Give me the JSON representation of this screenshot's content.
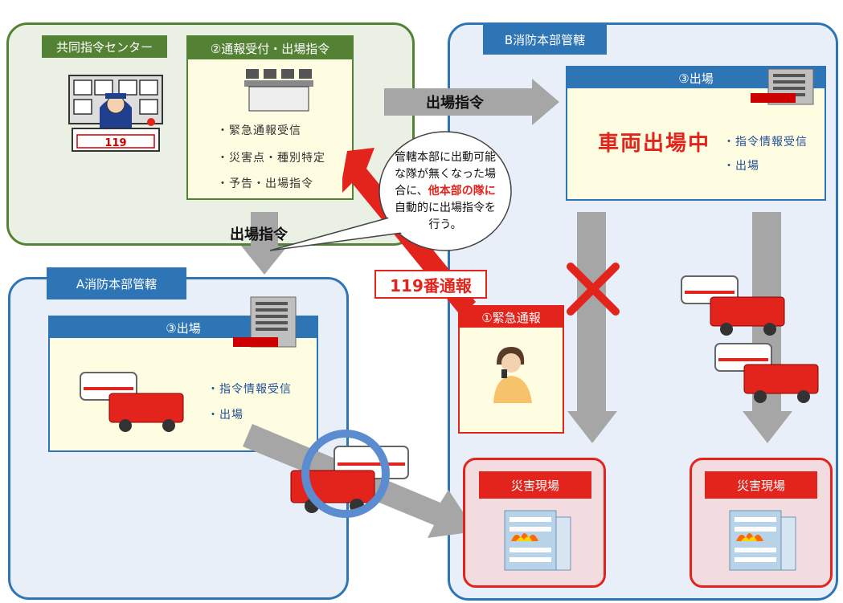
{
  "center": {
    "label": "共同指令センター",
    "sign": "119",
    "reception_title": "②通報受付・出場指令",
    "items": [
      "・緊急通報受信",
      "・災害点・種別特定",
      "・予告・出場指令"
    ]
  },
  "b_region": {
    "label": "B消防本部管轄",
    "dispatch_title": "③出場",
    "status": "車両出場中",
    "items": [
      "・指令情報受信",
      "・出場"
    ]
  },
  "a_region": {
    "label": "A消防本部管轄",
    "dispatch_title": "③出場",
    "items": [
      "・指令情報受信",
      "・出場"
    ]
  },
  "arrows": {
    "dispatch_right": "出場指令",
    "dispatch_down": "出場指令",
    "call_119": "119番通報"
  },
  "callout": {
    "line1": "管轄本部に出動可能",
    "line2": "な隊が無くなった場",
    "line3_prefix": "合に、",
    "line3_highlight": "他本部の隊に",
    "line4": "自動的に出場指令を",
    "line5": "行う。"
  },
  "emergency": {
    "title": "①緊急通報"
  },
  "scenes": [
    "災害現場",
    "災害現場"
  ],
  "colors": {
    "green_border": "#548235",
    "blue_border": "#2e75b6",
    "red": "#e2241c",
    "arrow_gray": "#a6a6a6"
  }
}
